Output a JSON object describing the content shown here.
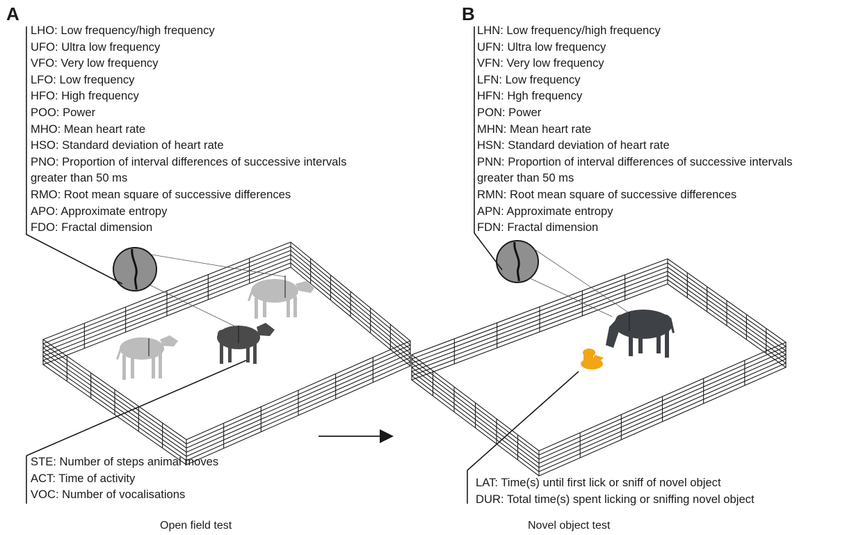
{
  "panels": [
    {
      "letter": "A",
      "caption": "Open field test",
      "heart_rate_labels": [
        "LHO: Low frequency/high frequency",
        "UFO: Ultra low frequency",
        "VFO: Very low frequency",
        "LFO: Low frequency",
        "HFO: High frequency",
        "POO: Power",
        "MHO: Mean heart rate",
        "HSO: Standard deviation of heart rate",
        "PNO: Proportion of interval differences of successive intervals",
        "greater than 50 ms",
        "RMO: Root mean square of successive differences",
        "APO: Approximate entropy",
        "FDO: Fractal dimension"
      ],
      "behaviour_labels": [
        "STE: Number of steps animal moves",
        "ACT: Time of activity",
        "VOC: Number of vocalisations"
      ]
    },
    {
      "letter": "B",
      "caption": "Novel object test",
      "heart_rate_labels": [
        "LHN: Low frequency/high frequency",
        "UFN: Ultra low frequency",
        "VFN: Very low frequency",
        "LFN: Low frequency",
        "HFN: Hgh frequency",
        "PON: Power",
        "MHN: Mean heart rate",
        "HSN: Standard deviation of heart rate",
        "PNN: Proportion of interval differences of successive intervals",
        "greater than 50 ms",
        "RMN: Root mean square of successive differences",
        "APN: Approximate entropy",
        "FDN: Fractal dimension"
      ],
      "behaviour_labels": [
        "LAT: Time(s) until first lick or sniff of novel object",
        "DUR: Total time(s) spent licking or sniffing novel object"
      ]
    }
  ],
  "colors": {
    "line": "#1a1a1a",
    "cow_focal": "#4a4a4a",
    "cow_other": "#b8b8b8",
    "novel_object": "#f2a516",
    "sensor_lens": "#8f8f8f"
  }
}
